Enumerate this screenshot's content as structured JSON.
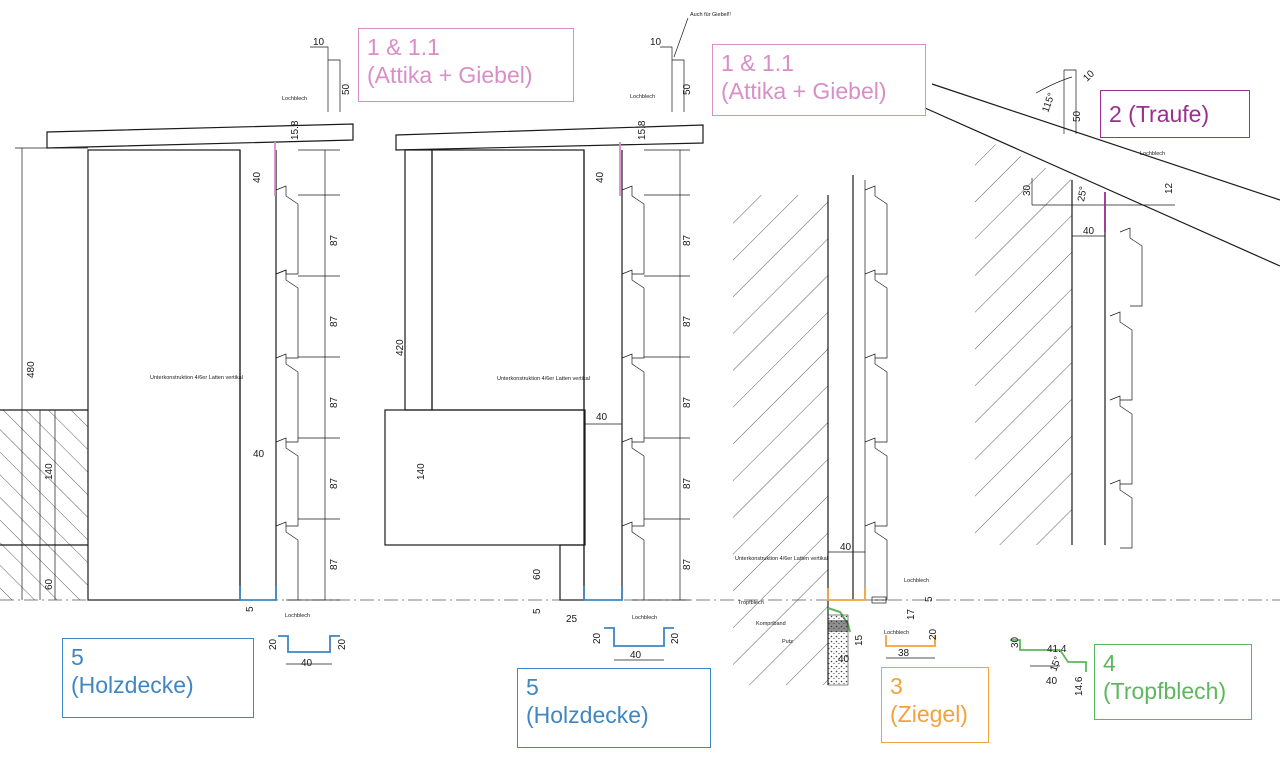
{
  "colors": {
    "pink": "#d98ec8",
    "purple": "#9b2f8e",
    "blue": "#3f86c2",
    "orange": "#f2a23a",
    "green": "#5cb85c"
  },
  "labels": {
    "attika1": {
      "line1": "1 & 1.1",
      "line2": "(Attika + Giebel)"
    },
    "attika2": {
      "line1": "1 & 1.1",
      "line2": "(Attika + Giebel)"
    },
    "traufe": "2 (Traufe)",
    "ziegel": {
      "line1": "3",
      "line2": "(Ziegel)"
    },
    "tropfblech": {
      "line1": "4",
      "line2": "(Tropfblech)"
    },
    "holz1": {
      "line1": "5",
      "line2": "(Holzdecke)"
    },
    "holz2": {
      "line1": "5",
      "line2": "(Holzdecke)"
    }
  },
  "notes": {
    "lochblech": "Lochblech",
    "auch_giebel": "Auch für Giebel!!",
    "unterkonstruktion": "Unterkonstruktion 4/6er Latten vertikal",
    "tropfblech": "Tropfblech",
    "kompriband": "Kompriband",
    "putz": "Putz"
  },
  "dimensions": {
    "d480": "480",
    "d420": "420",
    "d140": "140",
    "d60": "60",
    "d87": "87",
    "d40": "40",
    "d10": "10",
    "d50": "50",
    "d15_8": "15.8",
    "d5": "5",
    "d25": "25",
    "d20": "20",
    "d30": "30",
    "d12": "12",
    "d17": "17",
    "d15": "15",
    "d38": "38",
    "d41_4": "41.4",
    "d14_6": "14.6",
    "ang115": "115°",
    "ang25": "25°",
    "ang15": "15°"
  }
}
